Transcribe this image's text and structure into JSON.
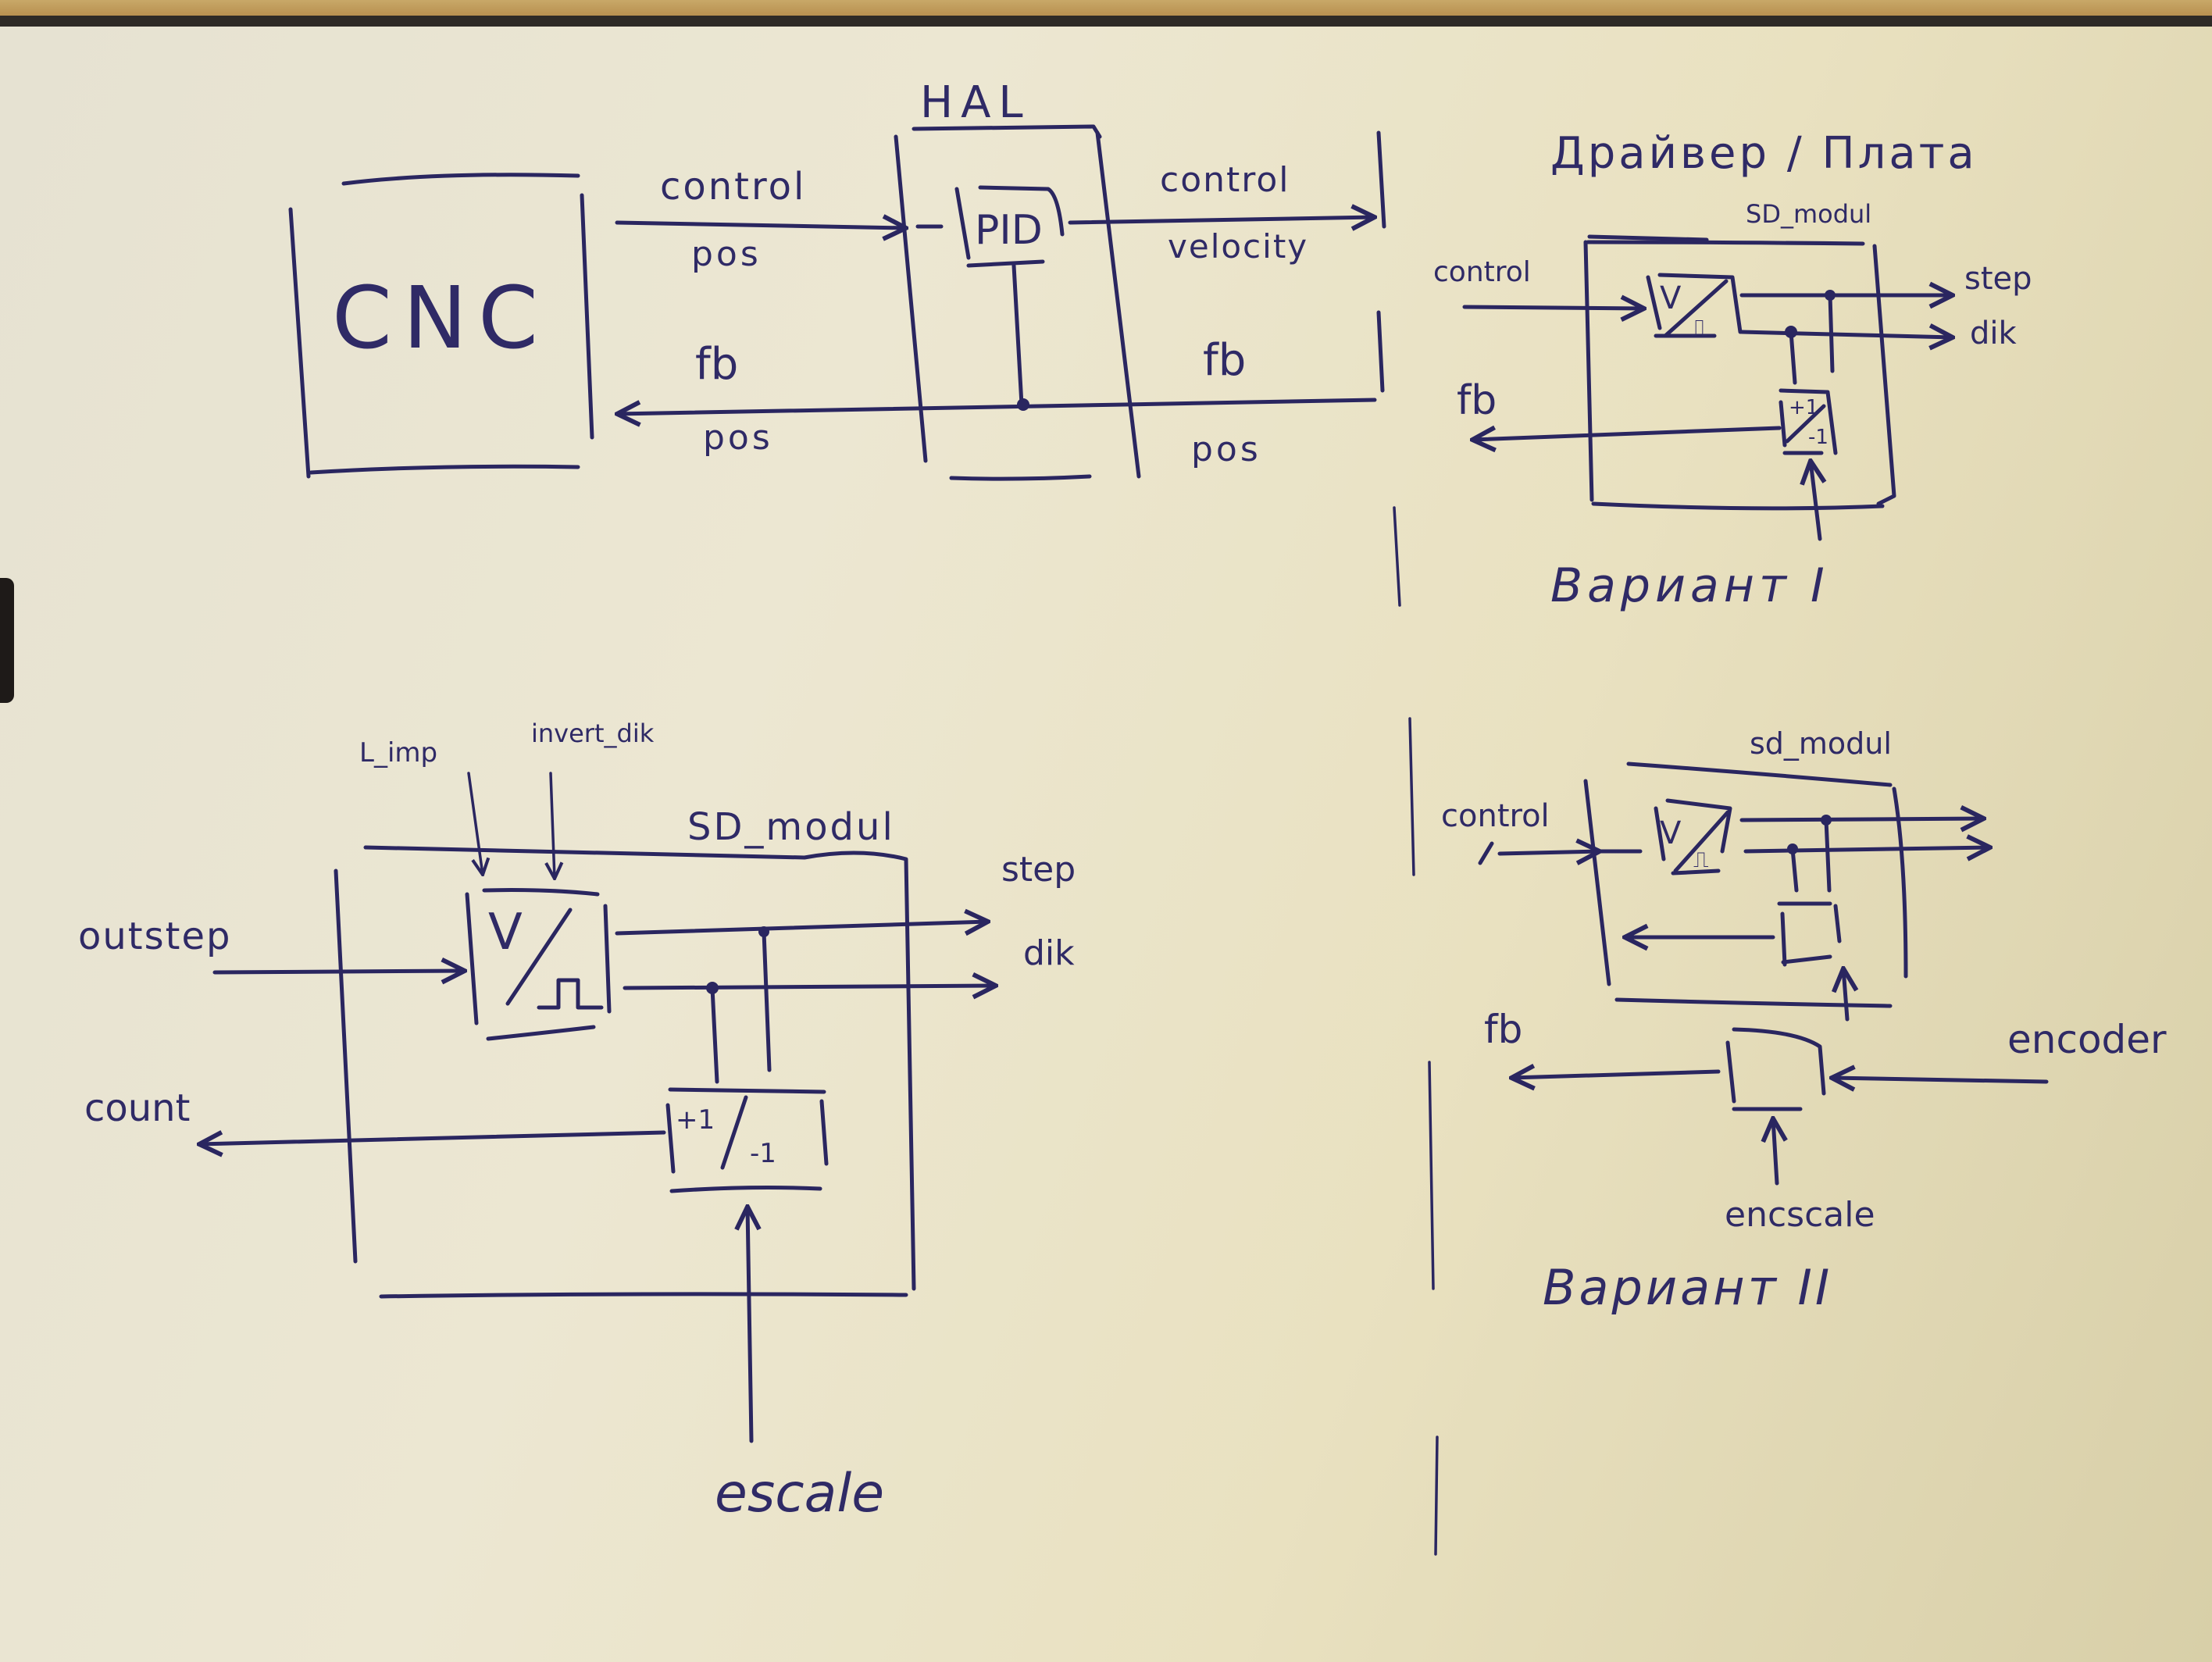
{
  "diagram": {
    "top_left": {
      "cnc_block": "CNC",
      "hal_block": "HAL",
      "pid_block": "PID",
      "in_signal_top": "control",
      "in_signal_bottom": "pos",
      "out_signal_top": "control",
      "out_signal_bottom": "velocity",
      "fb_left_top": "fb",
      "fb_left_bottom": "pos",
      "fb_right_top": "fb",
      "fb_right_bottom": "pos"
    },
    "top_right": {
      "title": "Драйвер / Плата",
      "module": "SD_modul",
      "input": "control",
      "out_step": "step",
      "out_dir": "dik",
      "converter_top": "V",
      "converter_bottom": "⎍",
      "counter_top": "+1",
      "counter_bottom": "-1",
      "fb": "fb",
      "variant": "Вариант I"
    },
    "bottom_left": {
      "module": "SD_modul",
      "param_1": "L_imp",
      "param_2": "invert_dik",
      "input": "outstep",
      "output": "count",
      "out_step": "step",
      "out_dir": "dik",
      "converter_top": "V",
      "converter_bottom": "⎍",
      "counter_top": "+1",
      "counter_bottom": "-1",
      "scale_input": "escale"
    },
    "bottom_right": {
      "module": "sd_modul",
      "input": "control",
      "fb": "fb",
      "encoder": "encoder",
      "scale_input": "encscale",
      "converter_top": "V",
      "converter_bottom": "⎍",
      "variant": "Вариант II"
    }
  }
}
